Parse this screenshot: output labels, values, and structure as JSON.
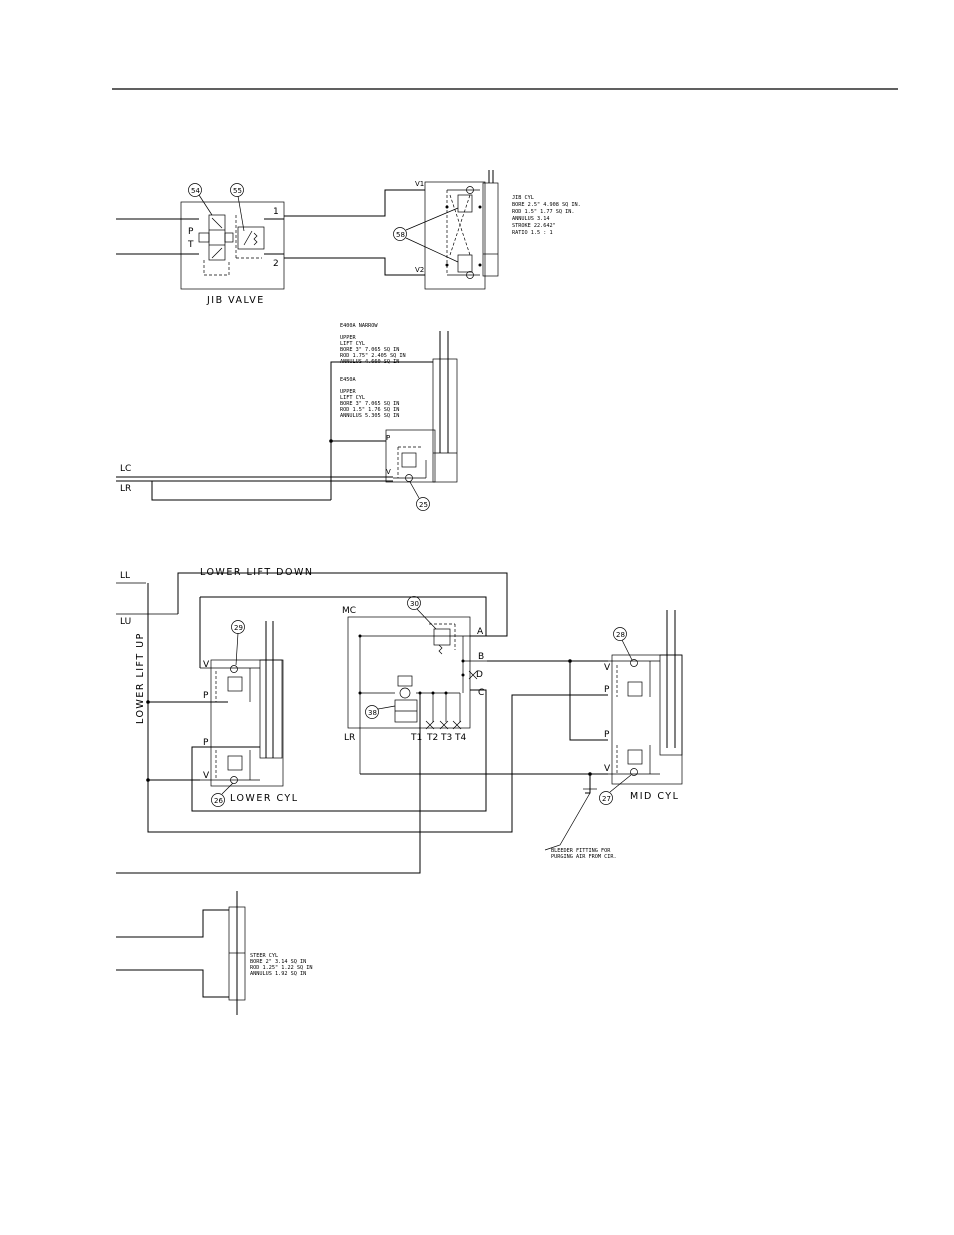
{
  "jib_section": {
    "valve_label": "JIB VALVE",
    "port_p": "P",
    "port_t": "T",
    "port_1": "1",
    "port_2": "2",
    "callout_54": "54",
    "callout_55": "55",
    "callout_58": "58",
    "port_v1": "V1",
    "port_v2": "V2",
    "cyl_note": [
      "JIB CYL",
      "BORE 2.5\"   4.908 SQ IN.",
      "ROD 1.5\"   1.77 SQ IN.",
      "ANNULUS   3.14",
      "STROKE   22.642\"",
      "RATIO   1.5 : 1"
    ]
  },
  "upper_section": {
    "note_narrow": [
      "E400A NARROW",
      "UPPER",
      "LIFT CYL",
      "BORE 3\"   7.065 SQ IN",
      "ROD 1.75\"   2.405 SQ IN",
      "ANNULUS   4.660 SQ IN"
    ],
    "note_e450": [
      "E450A",
      "UPPER",
      "LIFT CYL",
      "BORE 3\"   7.065 SQ IN",
      "ROD 1.5\"   1.76 SQ IN",
      "ANNULUS   5.305 SQ IN"
    ],
    "line_lc": "LC",
    "line_lr": "LR",
    "port_p": "P",
    "port_v": "V",
    "callout_25": "25"
  },
  "lower_section": {
    "line_ll": "LL",
    "line_lu": "LU",
    "lower_lift_down": "LOWER LIFT DOWN",
    "lower_lift_up": "LOWER LIFT UP",
    "mc": "MC",
    "lr": "LR",
    "ports": {
      "a": "A",
      "b": "B",
      "c": "C",
      "d": "D",
      "t1": "T1",
      "t2": "T2",
      "t3": "T3",
      "t4": "T4"
    },
    "callout_29": "29",
    "callout_30": "30",
    "callout_38": "38",
    "callout_26": "26",
    "callout_28": "28",
    "callout_27": "27",
    "lower_cyl": "LOWER CYL",
    "mid_cyl": "MID CYL",
    "v": "V",
    "p": "P",
    "bleeder_note": [
      "BLEEDER FITTING FOR",
      "PURGING AIR FROM CIR."
    ]
  },
  "steer_section": {
    "note": [
      "STEER CYL",
      "BORE 2\"   3.14 SQ IN",
      "ROD 1.25\"   1.22 SQ IN",
      "ANNULUS   1.92 SQ IN"
    ]
  },
  "colors": {
    "ink": "#000000",
    "paper": "#ffffff"
  }
}
